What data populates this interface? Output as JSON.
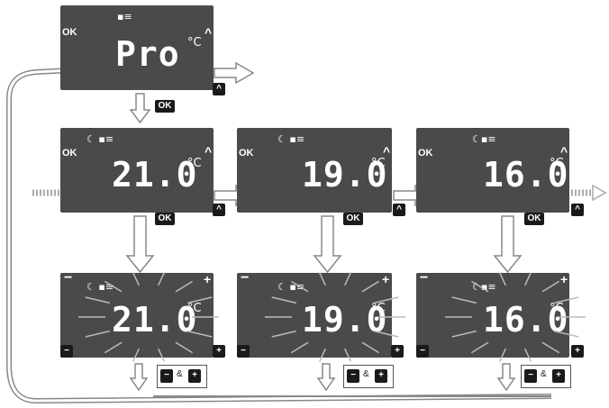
{
  "labels": {
    "ok": "OK",
    "up": "^",
    "minus": "−",
    "plus": "+",
    "celsius": "°C",
    "amp": "&"
  },
  "screens": {
    "program": {
      "display": "Pro"
    },
    "comfort": {
      "display": "21.0"
    },
    "eco": {
      "display": "19.0"
    },
    "night": {
      "display": "16.0"
    }
  },
  "colors": {
    "screen": "#4a4a4a",
    "key": "#1a1a1a",
    "arrow_fill": "#ffffff",
    "arrow_stroke": "#888888"
  }
}
